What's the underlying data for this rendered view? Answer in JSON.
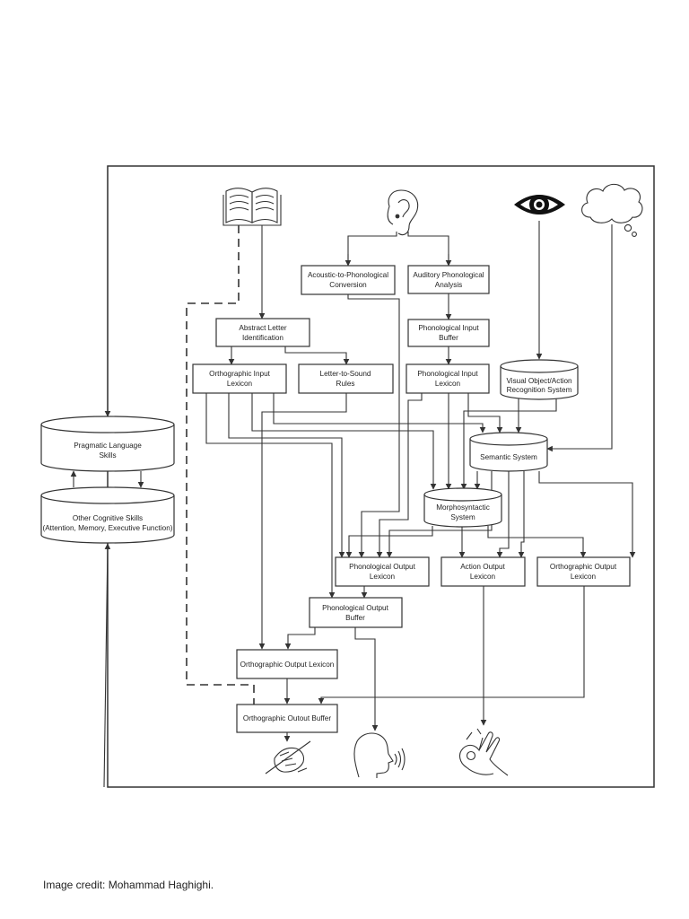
{
  "diagram": {
    "boxes": {
      "abstract_letter": [
        "Abstract Letter",
        "Identification"
      ],
      "orth_input_lexicon": [
        "Orthographic Input",
        "Lexicon"
      ],
      "letter_to_sound": [
        "Letter-to-Sound",
        "Rules"
      ],
      "acoustic_conv": [
        "Acoustic-to-Phonological",
        "Conversion"
      ],
      "auditory_analysis": [
        "Auditory Phonological",
        "Analysis"
      ],
      "phon_input_buffer": [
        "Phonological Input",
        "Buffer"
      ],
      "phon_input_lexicon": [
        "Phonological Input",
        "Lexicon"
      ],
      "visual_object": [
        "Visual Object/Action",
        "Recognition System"
      ],
      "semantic_system": [
        "Semantic System"
      ],
      "morphosyntactic": [
        "Morphosyntactic",
        "System"
      ],
      "pragmatic": [
        "Pragmatic Language",
        "Skills"
      ],
      "other_cognitive": [
        "Other Cognitive Skills",
        "(Attention, Memory, Executive Function)"
      ],
      "phon_output_lexicon": [
        "Phonological Output",
        "Lexicon"
      ],
      "action_output_lexicon": [
        "Action Output",
        "Lexicon"
      ],
      "orth_output_lexicon_right": [
        "Orthographic Output",
        "Lexicon"
      ],
      "phon_output_buffer": [
        "Phonological Output",
        "Buffer"
      ],
      "orth_output_lexicon": [
        "Orthographic Output Lexicon"
      ],
      "orth_output_buffer": [
        "Orthographic Outout Buffer"
      ]
    },
    "icons": [
      "book-icon",
      "ear-icon",
      "eye-icon",
      "thought-cloud-icon",
      "writing-hand-icon",
      "speaking-head-icon",
      "gesture-hand-icon"
    ]
  },
  "credit": "Image credit: Mohammad Haghighi."
}
